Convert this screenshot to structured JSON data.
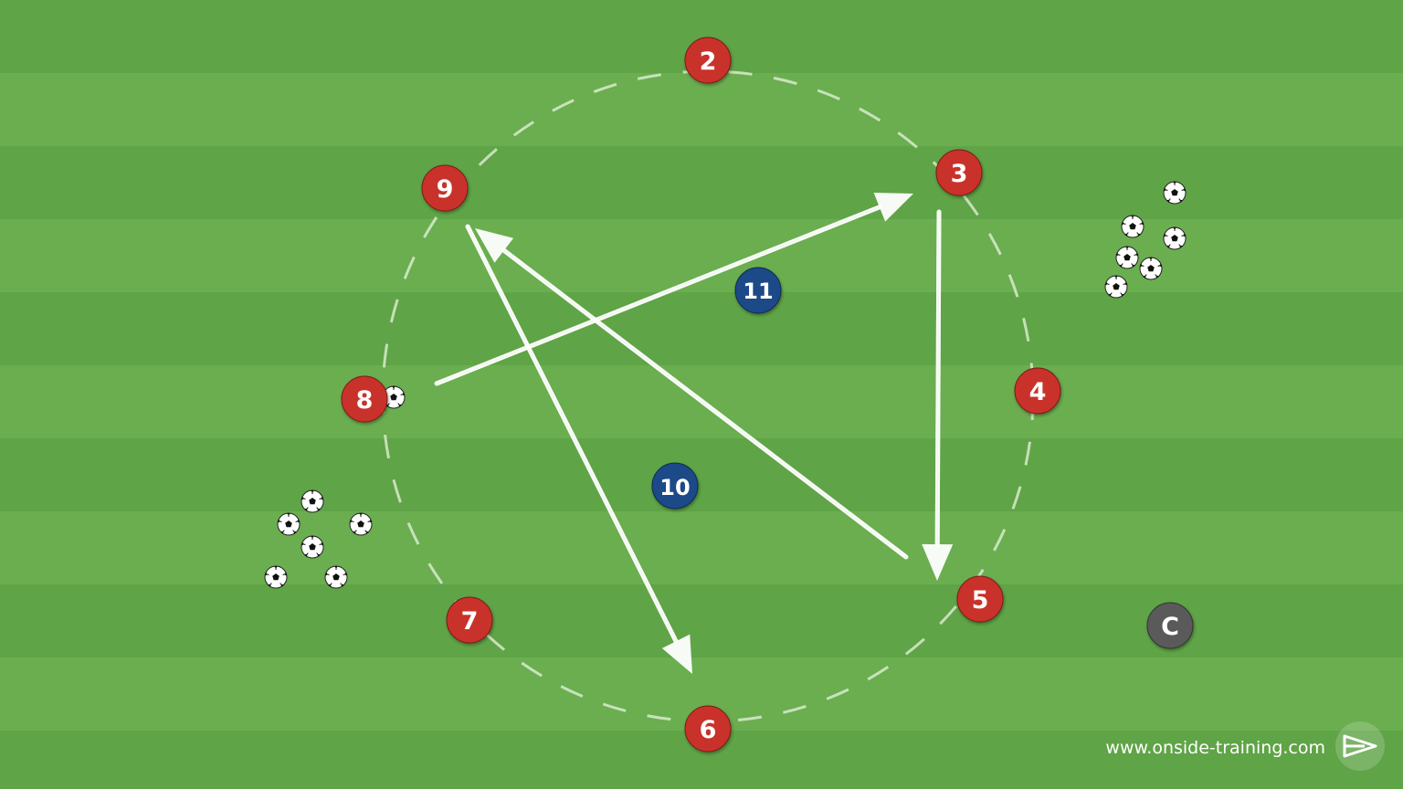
{
  "players": [
    {
      "id": "p2",
      "label": "2",
      "team": "red"
    },
    {
      "id": "p3",
      "label": "3",
      "team": "red"
    },
    {
      "id": "p4",
      "label": "4",
      "team": "red"
    },
    {
      "id": "p5",
      "label": "5",
      "team": "red"
    },
    {
      "id": "p6",
      "label": "6",
      "team": "red"
    },
    {
      "id": "p7",
      "label": "7",
      "team": "red"
    },
    {
      "id": "p8",
      "label": "8",
      "team": "red"
    },
    {
      "id": "p9",
      "label": "9",
      "team": "red"
    },
    {
      "id": "p10",
      "label": "10",
      "team": "blue"
    },
    {
      "id": "p11",
      "label": "11",
      "team": "blue"
    },
    {
      "id": "coach",
      "label": "C",
      "team": "coach"
    }
  ],
  "passes": [
    {
      "from": "8",
      "to": "3"
    },
    {
      "from": "3",
      "to": "5"
    },
    {
      "from": "5",
      "to": "9"
    },
    {
      "from": "9",
      "to": "6"
    }
  ],
  "ball_piles": [
    "left",
    "right",
    "at-8"
  ],
  "colors": {
    "pitch": "#5fa446",
    "pitch_stripe": "#6aae4f",
    "red_team": "#c8332b",
    "blue_team": "#1f4a87",
    "coach": "#5a5a5a",
    "chalk": "#ffffff"
  },
  "footer": {
    "url": "www.onside-training.com",
    "logo_icon": "onside-logo-icon"
  }
}
